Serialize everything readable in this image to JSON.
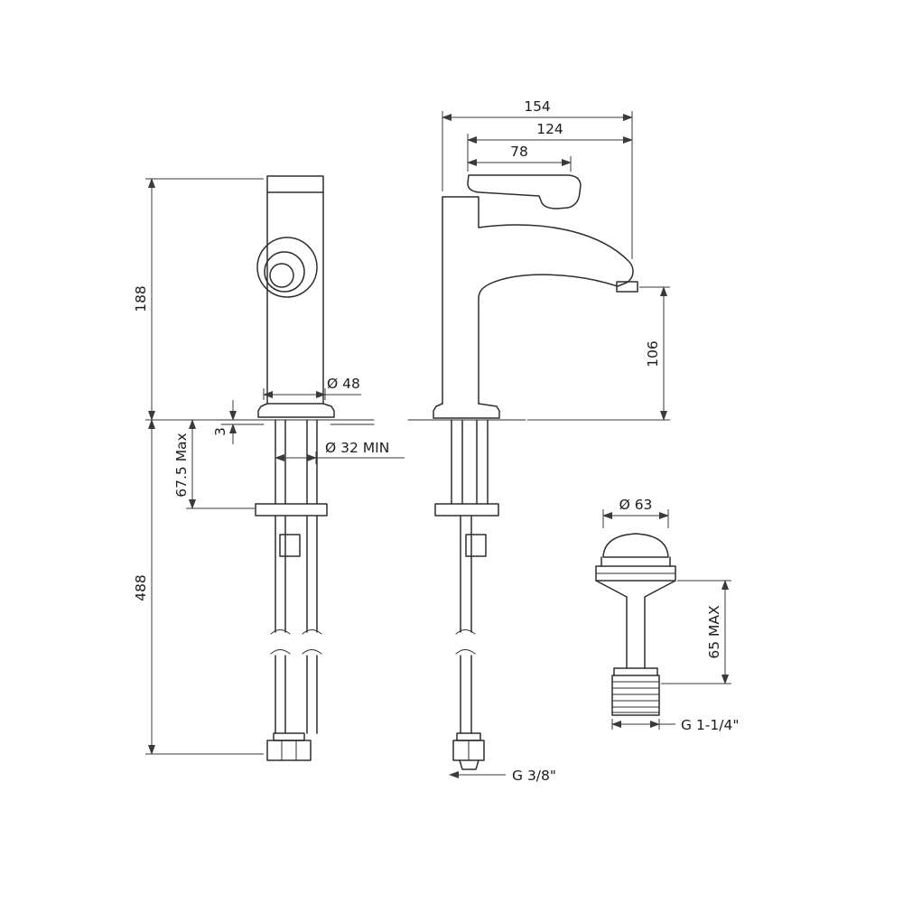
{
  "style": {
    "ink": "#2e2e2e",
    "background": "#ffffff"
  },
  "drawing": {
    "front_view": {
      "height_above_deck": "188",
      "spout_diameter": "Ø 48",
      "base_plate_thickness": "3",
      "deck_thickness_max": "67.5 Max",
      "hole_diameter_min": "Ø 32  MIN",
      "total_height": "488"
    },
    "side_view": {
      "depth_total": "154",
      "depth_overall": "124",
      "handle_length": "78",
      "spout_height": "106",
      "supply_thread": "G  3/8\""
    },
    "drain_view": {
      "cap_diameter": "Ø 63",
      "height_max": "65 MAX",
      "waste_thread": "G  1-1/4\""
    }
  }
}
